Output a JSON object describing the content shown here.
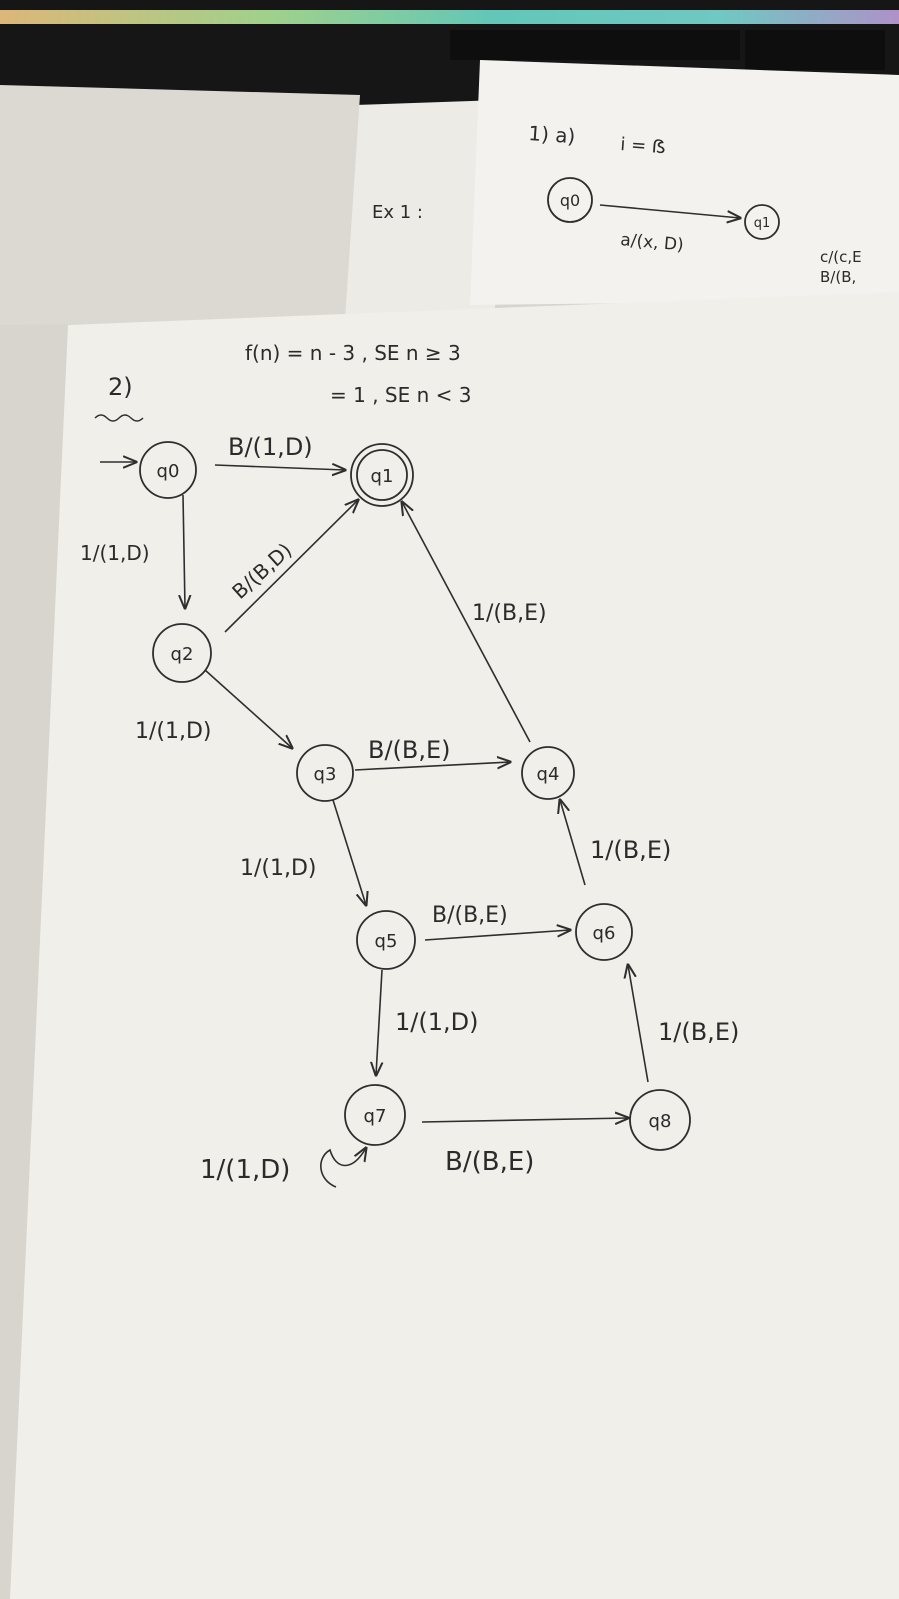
{
  "background_note": {
    "title": "1) a)",
    "extra": "i = ẞ",
    "exercise": "Ex 1 :",
    "state": "q0",
    "state_b": "q1",
    "edge_label": "a/(x, D)",
    "side_label_1": "c/(c,E",
    "side_label_2": "B/(B,"
  },
  "problem": {
    "number": "2)",
    "function_line_1": "f(n) = n - 3 , SE n ≥ 3",
    "function_line_2": "= 1 , SE n < 3"
  },
  "states": {
    "q0": "q0",
    "q1": "q1",
    "q2": "q2",
    "q3": "q3",
    "q4": "q4",
    "q5": "q5",
    "q6": "q6",
    "q7": "q7",
    "q8": "q8"
  },
  "transitions": {
    "q0_q1": "B/(1,D)",
    "q0_q2": "1/(1,D)",
    "q2_q1": "B/(B,D)",
    "q2_q3": "1/(1,D)",
    "q3_q4": "B/(B,E)",
    "q4_q1": "1/(B,E)",
    "q3_q5": "1/(1,D)",
    "q5_q6": "B/(B,E)",
    "q6_q4": "1/(B,E)",
    "q5_q7": "1/(1,D)",
    "q7_q8": "B/(B,E)",
    "q8_q6": "1/(B,E)",
    "q7_loop": "1/(1,D)"
  },
  "colors": {
    "paper": "#f1efea",
    "ink": "#2b2b2b",
    "keyboard": "#161616",
    "led_glow": "#5fe0c8"
  }
}
